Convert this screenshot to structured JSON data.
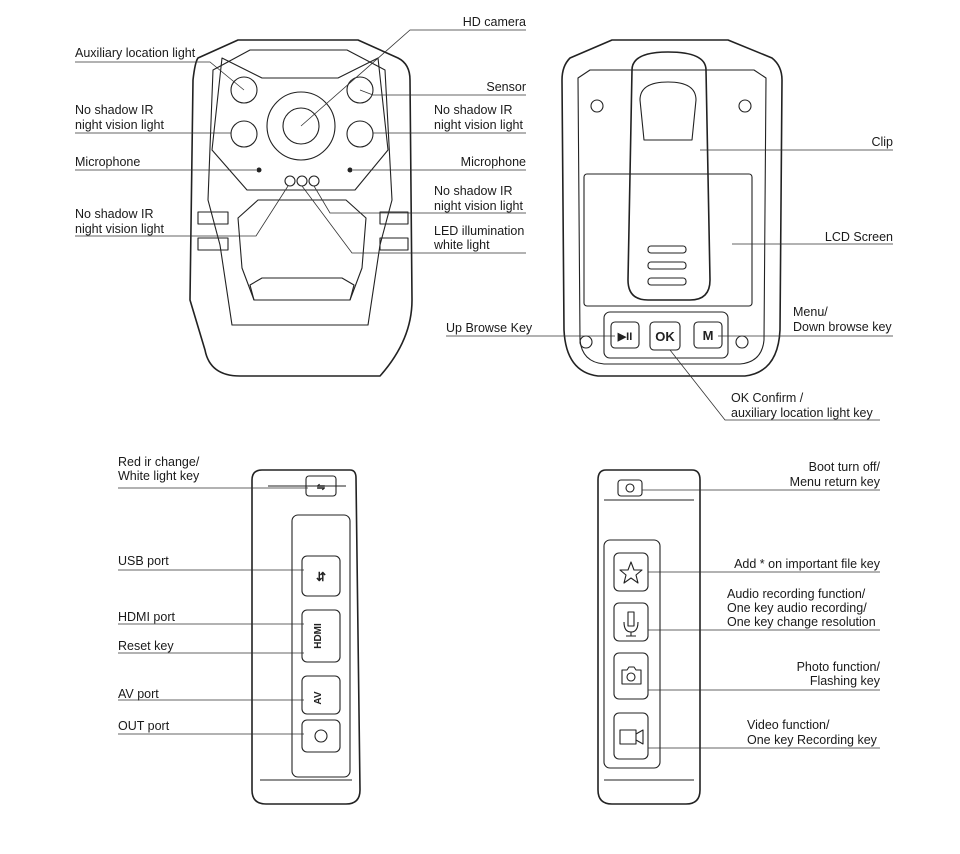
{
  "front_view": {
    "labels": {
      "hd_camera": "HD camera",
      "aux_light": "Auxiliary location light",
      "sensor": "Sensor",
      "ir_left_1": "No shadow IR",
      "ir_left_2": "night vision light",
      "ir_right_1": "No shadow IR",
      "ir_right_2": "night vision light",
      "mic_left": "Microphone",
      "mic_right": "Microphone",
      "ir_low_left_1": "No shadow IR",
      "ir_low_left_2": "night vision light",
      "ir_low_right_1": "No shadow IR",
      "ir_low_right_2": "night vision light",
      "led_1": "LED illumination",
      "led_2": "white light"
    }
  },
  "back_view": {
    "labels": {
      "clip": "Clip",
      "lcd": "LCD Screen",
      "up_browse": "Up Browse Key",
      "menu_1": "Menu/",
      "menu_2": "Down browse key",
      "ok_1": "OK Confirm /",
      "ok_2": "auxiliary location light key"
    },
    "keys": {
      "play": "▶II",
      "ok": "OK",
      "menu": "M"
    }
  },
  "left_side_view": {
    "labels": {
      "red_ir_1": "Red ir change/",
      "red_ir_2": "White light key",
      "usb": "USB port",
      "hdmi": "HDMI port",
      "reset": "Reset key",
      "av": "AV port",
      "out": "OUT port"
    },
    "ports": {
      "hdmi": "HDMI",
      "av": "AV"
    }
  },
  "right_side_view": {
    "labels": {
      "boot_1": "Boot turn off/",
      "boot_2": "Menu return key",
      "star": "Add * on important file key",
      "audio_1": "Audio recording function/",
      "audio_2": "One key audio recording/",
      "audio_3": "One key change resolution",
      "photo_1": "Photo function/",
      "photo_2": "Flashing key",
      "video_1": "Video function/",
      "video_2": "One key Recording key"
    }
  }
}
